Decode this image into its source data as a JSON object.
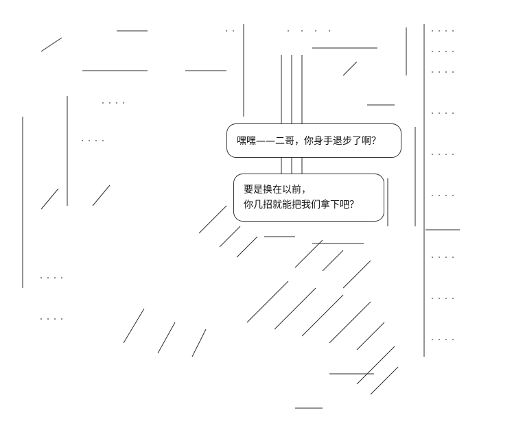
{
  "bubbles": [
    {
      "lines": [
        "嘿嘿——二哥，你身手退步了啊？"
      ]
    },
    {
      "lines": [
        "要是换在以前，",
        "你几招就能把我们拿下吧？"
      ]
    }
  ],
  "colors": {
    "ink": "#2a2a2a",
    "background": "#ffffff"
  }
}
